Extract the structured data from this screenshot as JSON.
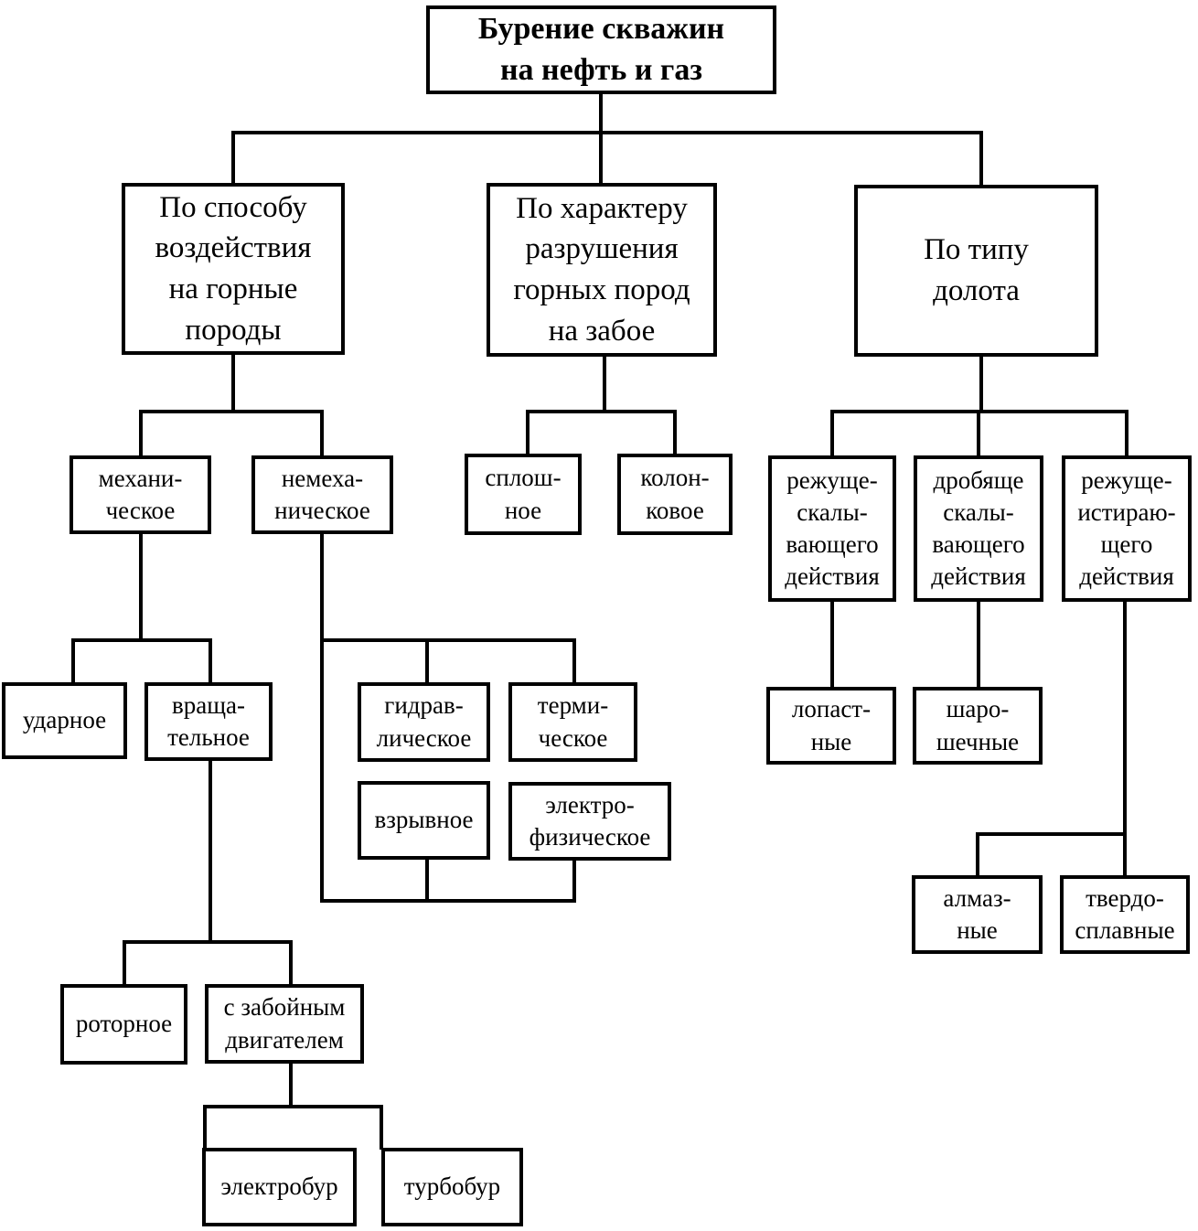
{
  "root": "Бурение скважин\nна нефть и газ",
  "categories": {
    "method": "По способу\nвоздействия\nна горные\nпороды",
    "character": "По характеру\nразрушения\nгорных пород\nна забое",
    "bit_type": "По типу\nдолота"
  },
  "method": {
    "mechanical": "механи-\nческое",
    "non_mechanical": "немеха-\nническое",
    "impact": "ударное",
    "rotational": "враща-\nтельное",
    "rotary": "роторное",
    "downhole_motor": "с забойным\nдвигателем",
    "electrodrill": "электробур",
    "turbodrill": "турбобур",
    "hydraulic": "гидрав-\nлическое",
    "thermal": "терми-\nческое",
    "explosive": "взрывное",
    "electrophysical": "электро-\nфизическое"
  },
  "character": {
    "solid": "сплош-\nное",
    "core": "колон-\nковое"
  },
  "bit_type": {
    "cutting_shearing": "режуще-\nскалы-\nвающего\nдействия",
    "crushing_shearing": "дробяще\nскалы-\nвающего\nдействия",
    "cutting_abrading": "режуще-\nистираю-\nщего\nдействия",
    "blade": "лопаст-\nные",
    "roller_cone": "шаро-\nшечные",
    "diamond": "алмаз-\nные",
    "hard_alloy": "твердо-\nсплавные"
  }
}
